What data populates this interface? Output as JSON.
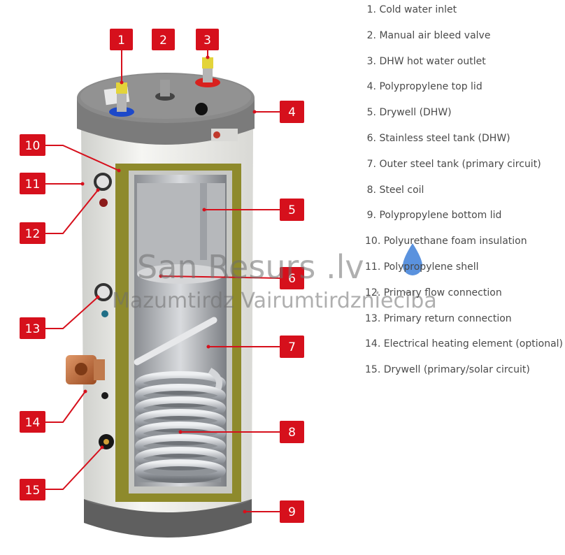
{
  "legend": [
    {
      "num": "1.",
      "label": "Cold water inlet"
    },
    {
      "num": "2.",
      "label": "Manual air bleed valve"
    },
    {
      "num": "3.",
      "label": "DHW hot water outlet"
    },
    {
      "num": "4.",
      "label": "Polypropylene top lid"
    },
    {
      "num": "5.",
      "label": "Drywell (DHW)"
    },
    {
      "num": "6.",
      "label": "Stainless steel tank (DHW)"
    },
    {
      "num": "7.",
      "label": "Outer steel tank (primary circuit)"
    },
    {
      "num": "8.",
      "label": "Steel coil"
    },
    {
      "num": "9.",
      "label": "Polypropylene bottom lid"
    },
    {
      "num": "10.",
      "label": "Polyurethane foam insulation"
    },
    {
      "num": "11.",
      "label": "Polypropylene shell"
    },
    {
      "num": "12.",
      "label": "Primary flow connection"
    },
    {
      "num": "13.",
      "label": "Primary return connection"
    },
    {
      "num": "14.",
      "label": "Electrical heating element (optional)"
    },
    {
      "num": "15.",
      "label": "Drywell (primary/solar circuit)"
    }
  ],
  "badges": [
    "1",
    "2",
    "3",
    "4",
    "5",
    "6",
    "7",
    "8",
    "9",
    "10",
    "11",
    "12",
    "13",
    "14",
    "15"
  ],
  "watermark": {
    "line1": "San Resurs .lv",
    "line2": "Mazumtirdz Vairumtirdzniecība"
  },
  "colors": {
    "badge": "#d6101c",
    "shell": "#eeeeea",
    "lid": "#7d7d7d",
    "insulation": "#8e8a2c",
    "coil": "#b8bcc2"
  }
}
